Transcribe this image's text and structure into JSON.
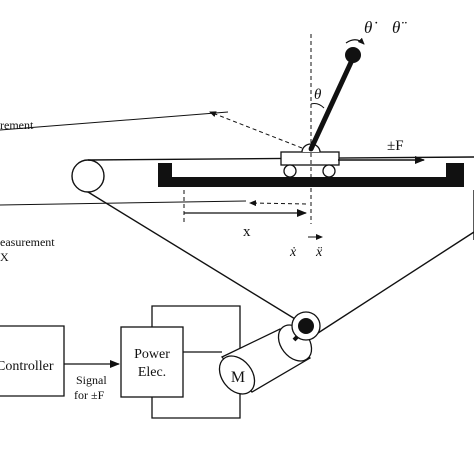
{
  "labels": {
    "theta_dot": "θ̇",
    "theta_ddot": "θ̈",
    "theta": "θ",
    "force": "±F",
    "angle_measurement": "rement",
    "position_measurement_1": "easurement",
    "position_measurement_2": "X",
    "x": "x",
    "x_dot": "ẋ",
    "x_ddot": "ẍ",
    "controller": "Controller",
    "signal_1": "Signal",
    "signal_2": "for  ±F",
    "power_1": "Power",
    "power_2": "Elec.",
    "motor": "M"
  },
  "colors": {
    "ink": "#111111",
    "background": "#ffffff"
  }
}
